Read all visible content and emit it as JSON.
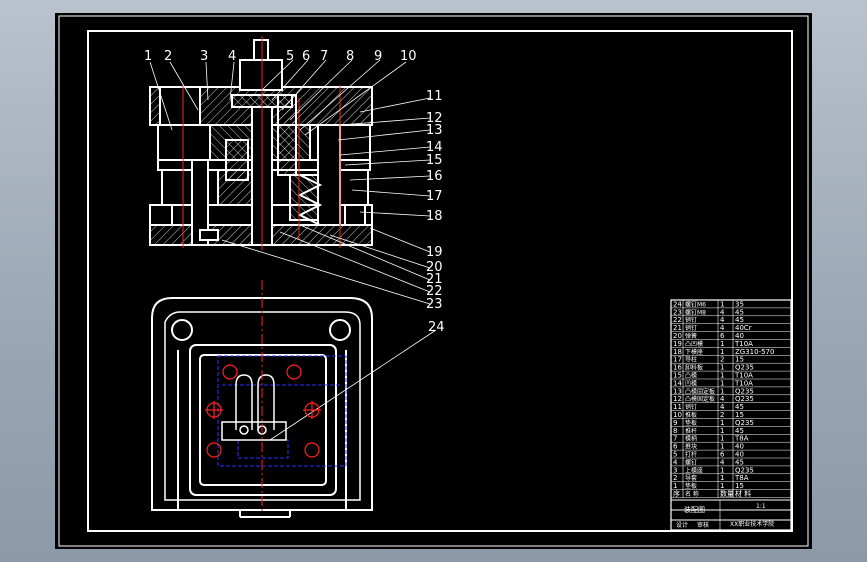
{
  "colors": {
    "background": "#000000",
    "frame": "#ffffff",
    "centerline": "#ff2020",
    "hidden": "#2020ff",
    "desktop": "#a3adba"
  },
  "balloons": [
    "1",
    "2",
    "3",
    "4",
    "5",
    "6",
    "7",
    "8",
    "9",
    "10",
    "11",
    "12",
    "13",
    "14",
    "15",
    "16",
    "17",
    "18",
    "19",
    "20",
    "21",
    "22",
    "23",
    "24"
  ],
  "parts_list": {
    "rows": [
      {
        "no": "24",
        "name": "螺钉M6",
        "qty": "1",
        "material": "35"
      },
      {
        "no": "23",
        "name": "螺钉M8",
        "qty": "4",
        "material": "45"
      },
      {
        "no": "22",
        "name": "销钉",
        "qty": "4",
        "material": "45"
      },
      {
        "no": "21",
        "name": "销钉",
        "qty": "4",
        "material": "40Cr"
      },
      {
        "no": "20",
        "name": "弹簧",
        "qty": "6",
        "material": "40"
      },
      {
        "no": "19",
        "name": "凸凹模",
        "qty": "1",
        "material": "T10A"
      },
      {
        "no": "18",
        "name": "下模座",
        "qty": "1",
        "material": "ZG310-570"
      },
      {
        "no": "17",
        "name": "导柱",
        "qty": "2",
        "material": "15"
      },
      {
        "no": "16",
        "name": "卸料板",
        "qty": "1",
        "material": "Q235"
      },
      {
        "no": "15",
        "name": "凸模",
        "qty": "1",
        "material": "T10A"
      },
      {
        "no": "14",
        "name": "凹模",
        "qty": "1",
        "material": "T10A"
      },
      {
        "no": "13",
        "name": "凸模固定板",
        "qty": "1",
        "material": "Q235"
      },
      {
        "no": "12",
        "name": "凸模固定板",
        "qty": "4",
        "material": "Q235"
      },
      {
        "no": "11",
        "name": "销钉",
        "qty": "4",
        "material": "45"
      },
      {
        "no": "10",
        "name": "推板",
        "qty": "2",
        "material": "15"
      },
      {
        "no": "9",
        "name": "垫板",
        "qty": "1",
        "material": "Q235"
      },
      {
        "no": "8",
        "name": "推杆",
        "qty": "1",
        "material": "45"
      },
      {
        "no": "7",
        "name": "模柄",
        "qty": "1",
        "material": "T8A"
      },
      {
        "no": "6",
        "name": "推块",
        "qty": "1",
        "material": "40"
      },
      {
        "no": "5",
        "name": "打杆",
        "qty": "6",
        "material": "40"
      },
      {
        "no": "4",
        "name": "螺钉",
        "qty": "4",
        "material": "45"
      },
      {
        "no": "3",
        "name": "上模座",
        "qty": "1",
        "material": "Q235"
      },
      {
        "no": "2",
        "name": "导套",
        "qty": "1",
        "material": "T8A"
      },
      {
        "no": "1",
        "name": "垫板",
        "qty": "1",
        "material": "15"
      }
    ],
    "header": {
      "no": "序",
      "name": "名 称",
      "qty": "数量",
      "material": "材 料"
    }
  },
  "title_block": {
    "drawing_name": "装配图",
    "school": "XX职业技术学院",
    "design": "设计",
    "check": "审核",
    "scale": "1:1"
  }
}
